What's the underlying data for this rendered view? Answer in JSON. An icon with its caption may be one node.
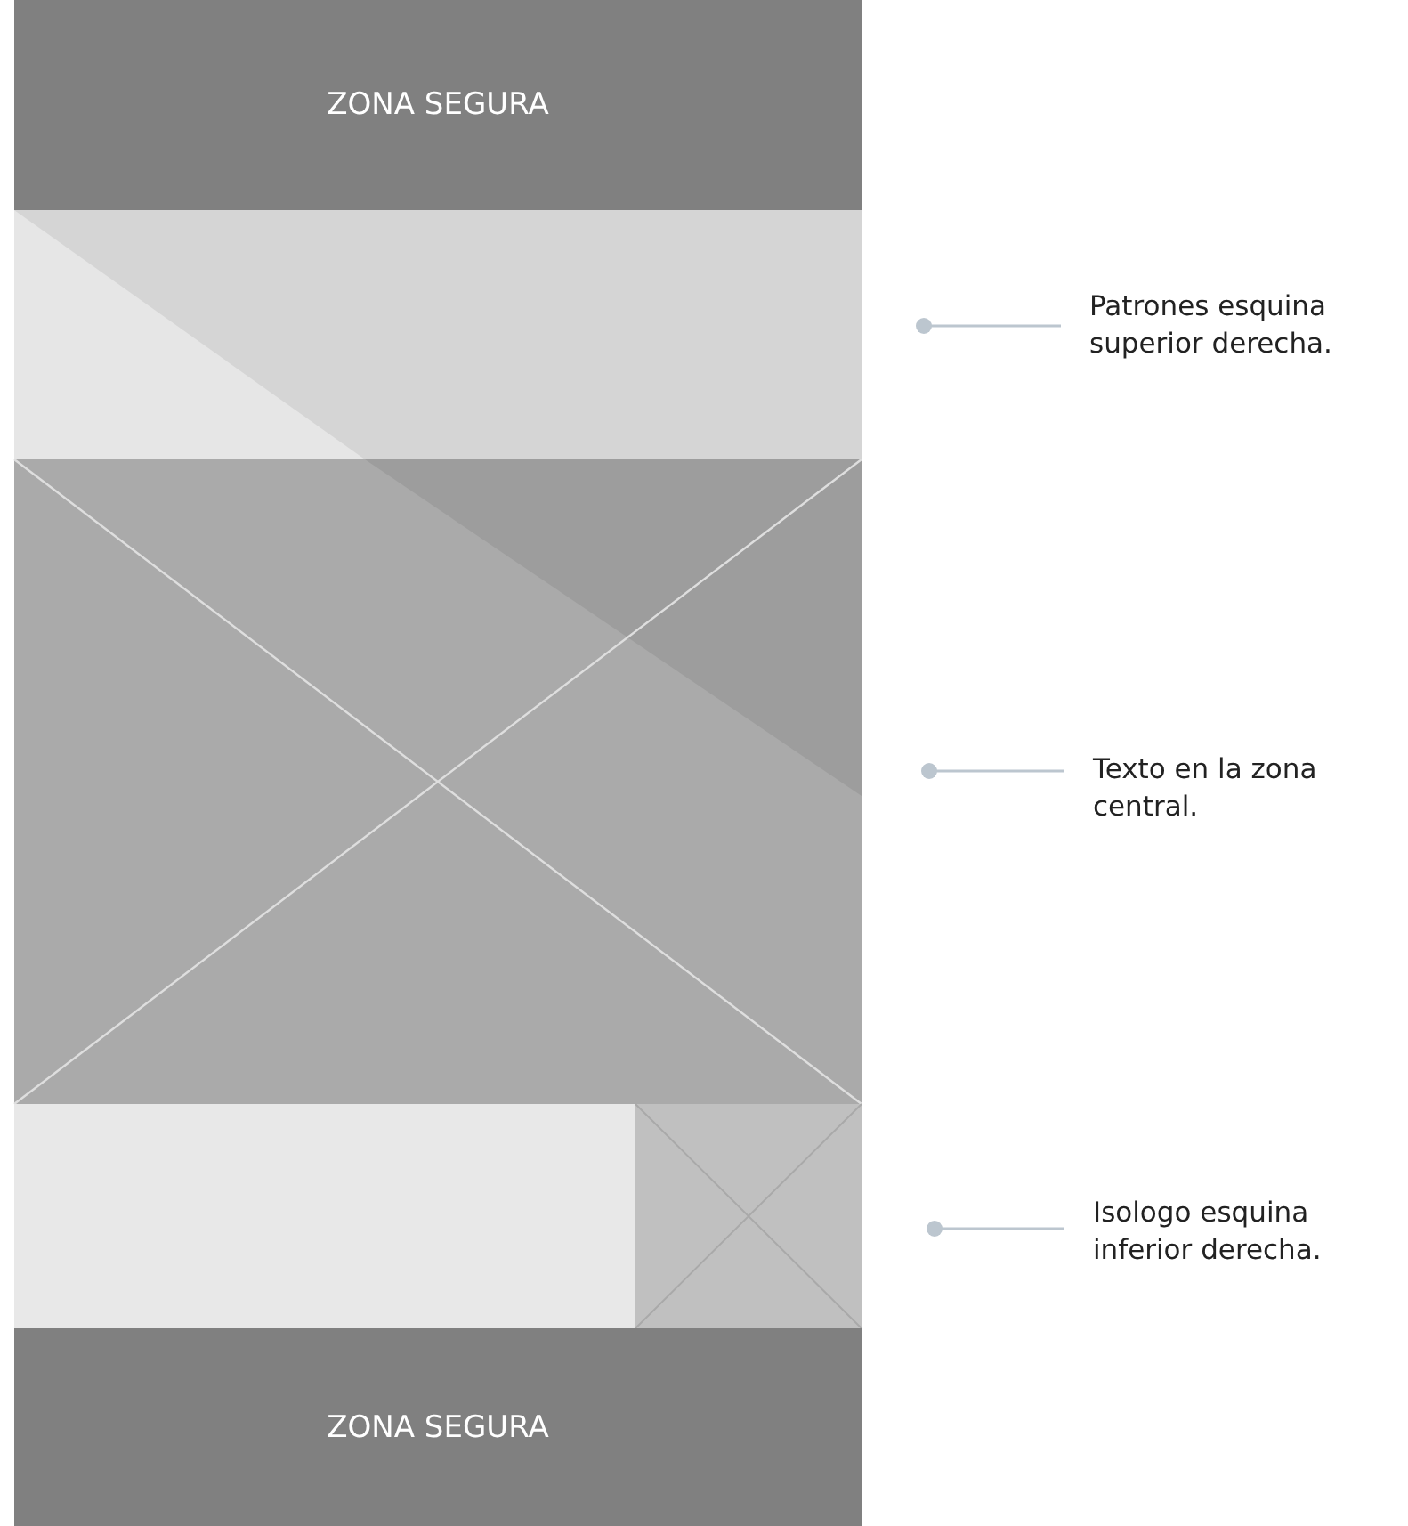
{
  "diagram": {
    "nodes": [
      {
        "text": [
          "ZONA SEGURA"
        ]
      },
      {
        "text": [
          "ZONA SEGURA"
        ]
      },
      {
        "text": [
          "Patrones esquina superior derecha."
        ]
      },
      {
        "text": [
          "Texto en la zona central."
        ]
      },
      {
        "text": [
          "Isologo esquina inferior derecha."
        ]
      }
    ],
    "edges": [
      {
        "from": 2,
        "to": null,
        "arrow": "other"
      },
      {
        "from": 3,
        "to": null,
        "arrow": "other"
      },
      {
        "from": 4,
        "to": null,
        "arrow": "other"
      }
    ]
  }
}
